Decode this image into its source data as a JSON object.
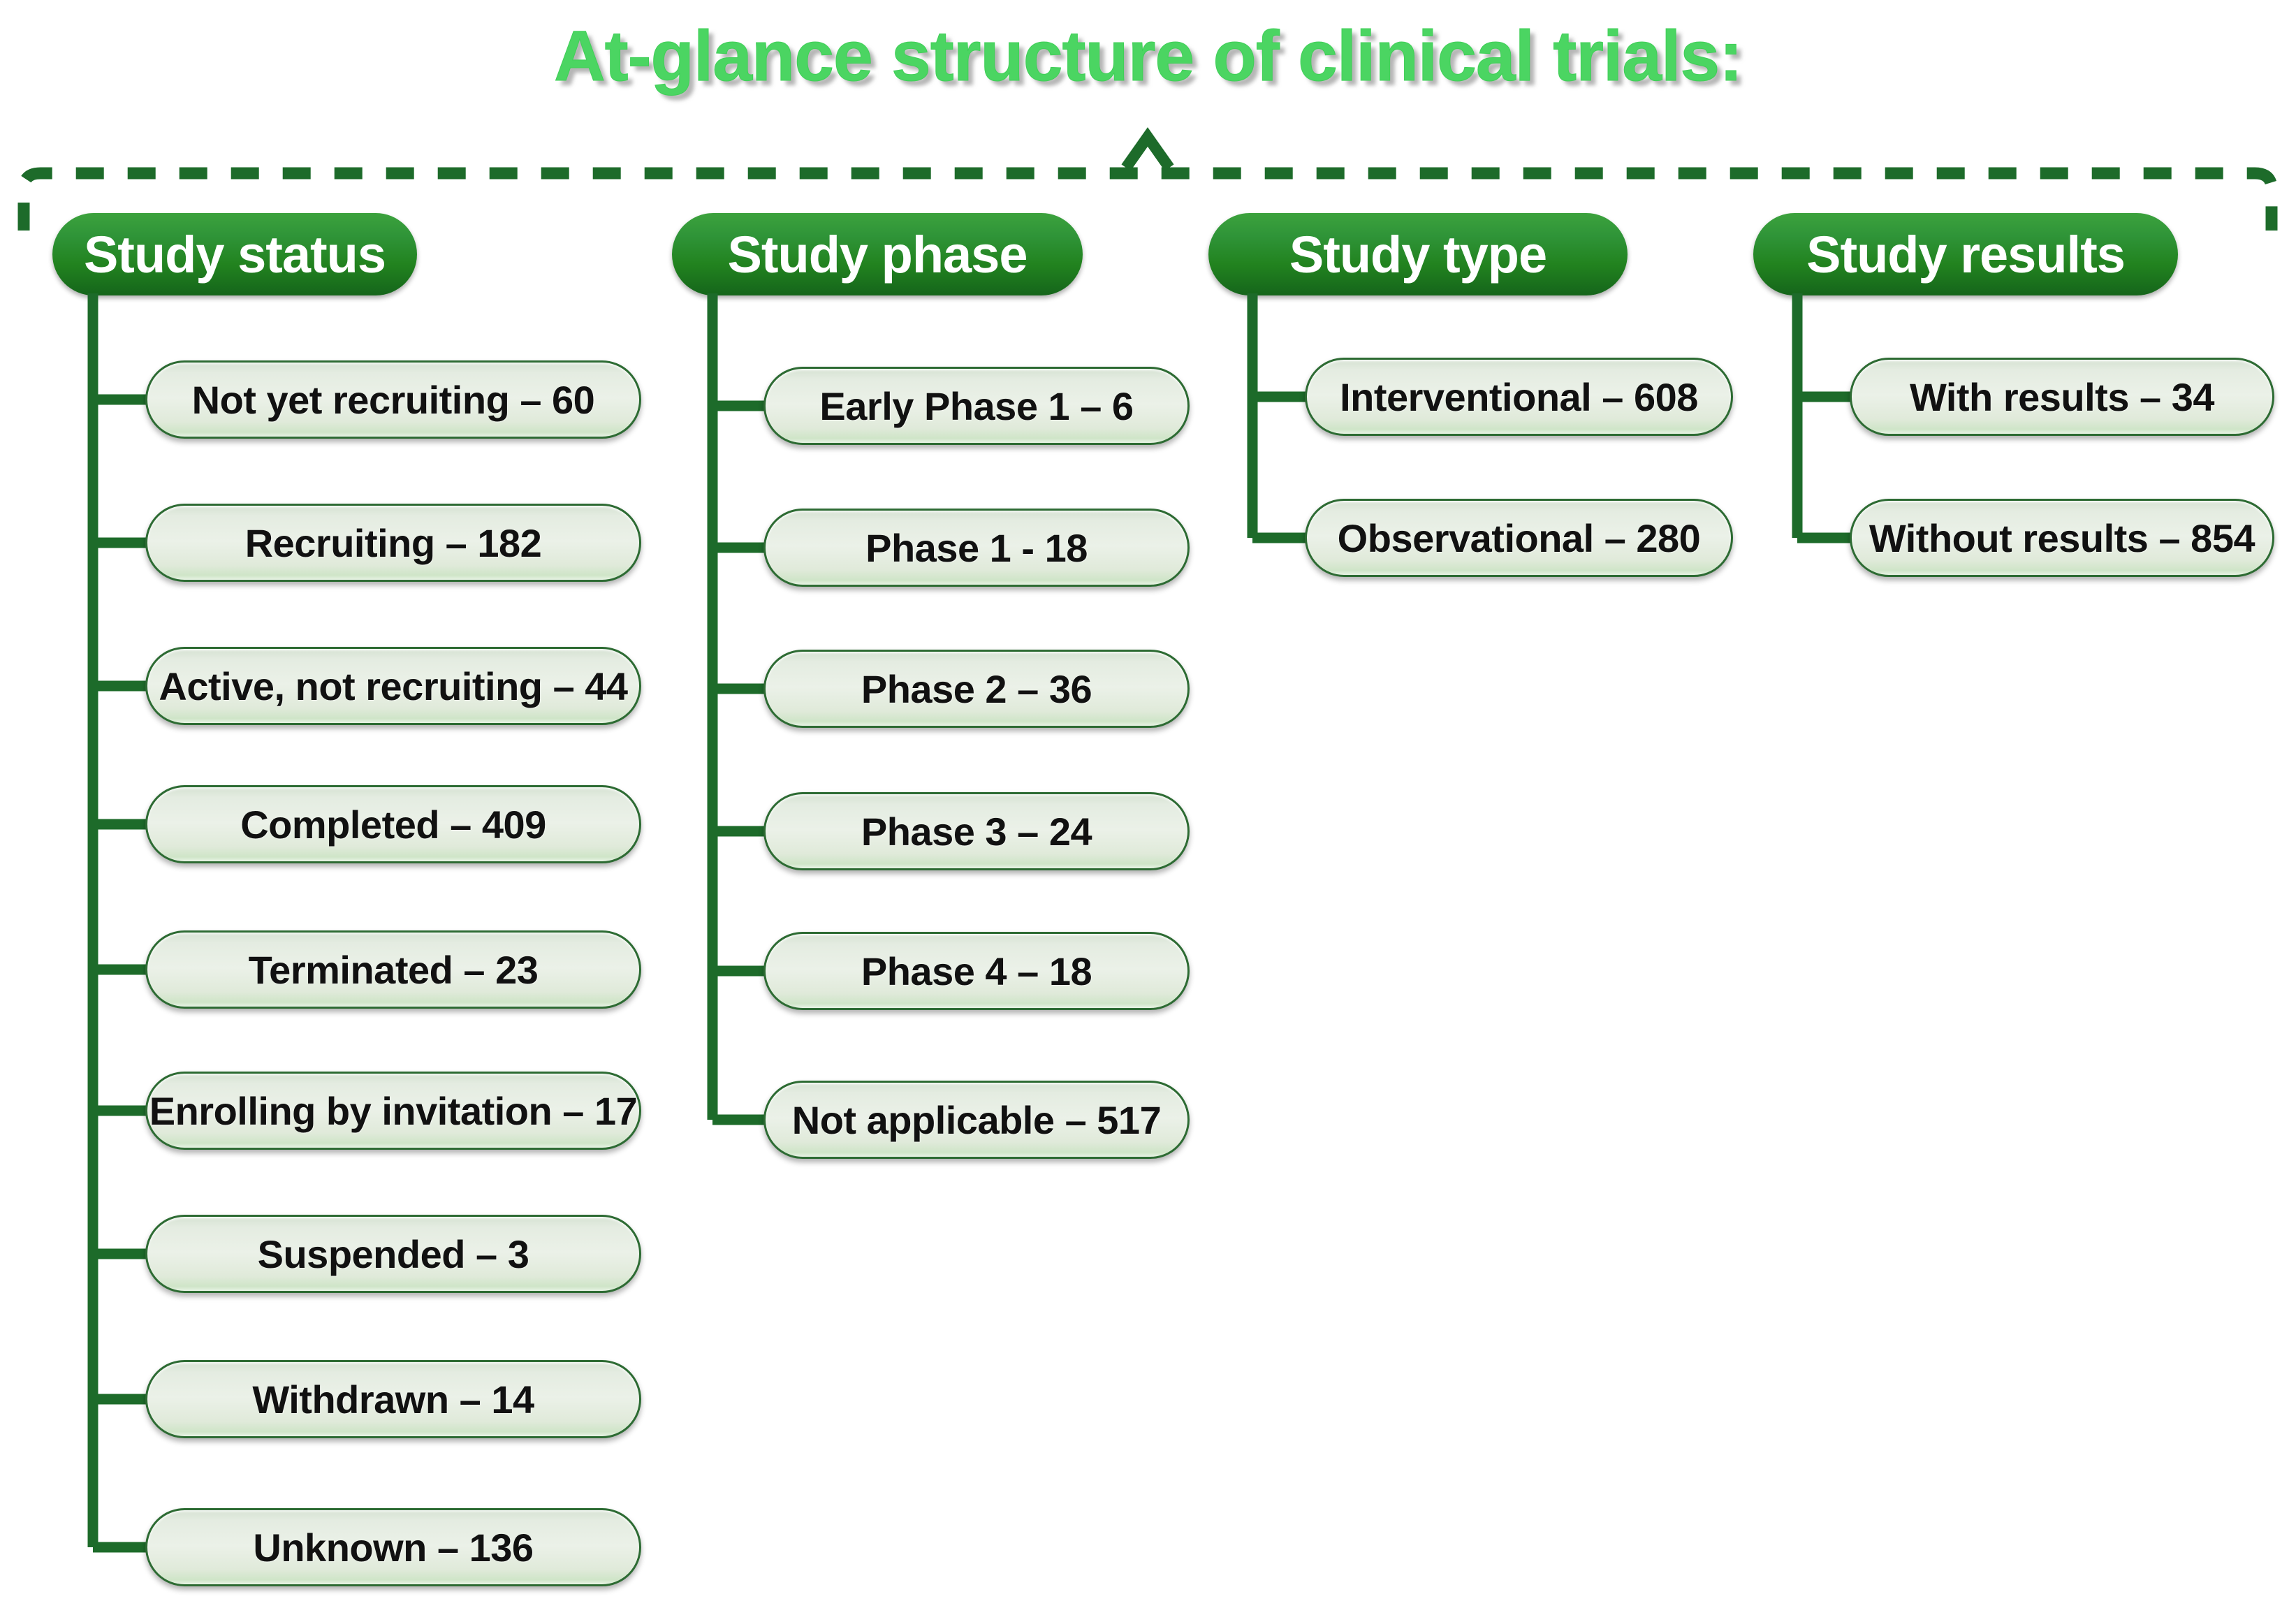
{
  "title": "At-glance structure of clinical trials:",
  "colors": {
    "title_green": "#4bd562",
    "header_green_top": "#3ca23d",
    "header_green_bottom": "#15651b",
    "line_green": "#1d6b2a",
    "leaf_fill": "#e8efe5",
    "leaf_border": "#2d6b33",
    "text_black": "#111111"
  },
  "bracket": {
    "style": "dashed",
    "caret_icon": "caret-up-icon"
  },
  "columns": [
    {
      "header": "Study status",
      "items": [
        {
          "label": "Not yet recruiting – 60"
        },
        {
          "label": "Recruiting – 182"
        },
        {
          "label": "Active, not recruiting – 44"
        },
        {
          "label": "Completed – 409"
        },
        {
          "label": "Terminated – 23"
        },
        {
          "label": "Enrolling by invitation – 17"
        },
        {
          "label": "Suspended – 3"
        },
        {
          "label": "Withdrawn – 14"
        },
        {
          "label": "Unknown – 136"
        }
      ]
    },
    {
      "header": "Study phase",
      "items": [
        {
          "label": "Early Phase 1 – 6"
        },
        {
          "label": "Phase 1 - 18"
        },
        {
          "label": "Phase 2 – 36"
        },
        {
          "label": "Phase 3 – 24"
        },
        {
          "label": "Phase 4 – 18"
        },
        {
          "label": "Not applicable – 517"
        }
      ]
    },
    {
      "header": "Study type",
      "items": [
        {
          "label": "Interventional – 608"
        },
        {
          "label": "Observational – 280"
        }
      ]
    },
    {
      "header": "Study results",
      "items": [
        {
          "label": "With results – 34"
        },
        {
          "label": "Without results – 854"
        }
      ]
    }
  ],
  "chart_data": {
    "type": "table",
    "title": "At-glance structure of clinical trials:",
    "categories": [
      "Study status",
      "Study phase",
      "Study type",
      "Study results"
    ],
    "series": [
      {
        "name": "Study status",
        "labels": [
          "Not yet recruiting",
          "Recruiting",
          "Active, not recruiting",
          "Completed",
          "Terminated",
          "Enrolling by invitation",
          "Suspended",
          "Withdrawn",
          "Unknown"
        ],
        "values": [
          60,
          182,
          44,
          409,
          23,
          17,
          3,
          14,
          136
        ]
      },
      {
        "name": "Study phase",
        "labels": [
          "Early Phase 1",
          "Phase 1",
          "Phase 2",
          "Phase 3",
          "Phase 4",
          "Not applicable"
        ],
        "values": [
          6,
          18,
          36,
          24,
          18,
          517
        ]
      },
      {
        "name": "Study type",
        "labels": [
          "Interventional",
          "Observational"
        ],
        "values": [
          608,
          280
        ]
      },
      {
        "name": "Study results",
        "labels": [
          "With results",
          "Without results"
        ],
        "values": [
          34,
          854
        ]
      }
    ]
  }
}
